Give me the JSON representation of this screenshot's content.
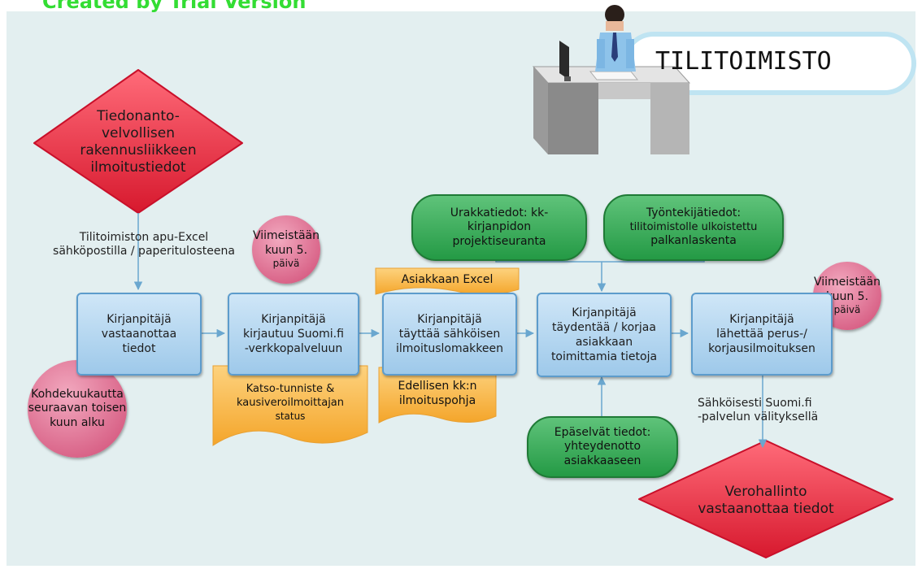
{
  "watermark": "Created by Trial Version",
  "header": {
    "title": "TILITOIMISTO"
  },
  "start": {
    "lines": [
      "Tiedonanto-",
      "velvollisen",
      "rakennusliikkeen",
      "ilmoitustiedot"
    ]
  },
  "edge_label_1": {
    "lines": [
      "Tilitoimiston apu-Excel",
      "sähköpostilla / paperitulosteena"
    ]
  },
  "steps": [
    {
      "lines": [
        "Kirjanpitäjä",
        "vastaanottaa",
        "tiedot"
      ]
    },
    {
      "lines": [
        "Kirjanpitäjä",
        "kirjautuu Suomi.fi",
        "-verkkopalveluun"
      ]
    },
    {
      "lines": [
        "Kirjanpitäjä",
        "täyttää sähköisen",
        "ilmoituslomakkeen"
      ]
    },
    {
      "lines": [
        "Kirjanpitäjä",
        "täydentää / korjaa",
        "asiakkaan",
        "toimittamia tietoja"
      ]
    },
    {
      "lines": [
        "Kirjanpitäjä",
        "lähettää perus-/",
        "korjausilmoituksen"
      ]
    }
  ],
  "deadline_1": {
    "lines": [
      "Viimeistään",
      "kuun 5.",
      "päivä"
    ]
  },
  "deadline_2": {
    "lines": [
      "Viimeistään",
      "kuun 5.",
      "päivä"
    ]
  },
  "period_note": {
    "lines": [
      "Kohdekuukautta",
      "seuraavan toisen",
      "kuun alku"
    ]
  },
  "docs": {
    "katso": {
      "lines": [
        "Katso-tunniste &",
        "kausiveroilmoittajan",
        "status"
      ]
    },
    "excel": {
      "lines": [
        "Asiakkaan Excel"
      ]
    },
    "previous": {
      "lines": [
        "Edellisen kk:n",
        "ilmoituspohja"
      ]
    }
  },
  "inputs": {
    "urakkatiedot": {
      "lines": [
        "Urakkatiedot: kk-",
        "kirjanpidon",
        "projektiseuranta"
      ]
    },
    "tyontekijatiedot": {
      "lines": [
        "Työntekijätiedot:",
        "tilitoimistolle ulkoistettu",
        "palkanlaskenta"
      ]
    },
    "epaselvat": {
      "lines": [
        "Epäselvät tiedot:",
        "yhteydenotto",
        "asiakkaaseen"
      ]
    }
  },
  "edge_label_2": {
    "lines": [
      "Sähköisesti Suomi.fi",
      "-palvelun välityksellä"
    ]
  },
  "end": {
    "lines": [
      "Verohallinto",
      "vastaanottaa tiedot"
    ]
  },
  "colors": {
    "background": "#e3eff0",
    "process_box": "#a9d1ef",
    "terminal_red": "#e23446",
    "input_green": "#2fa64f",
    "deadline_pink": "#d85a82",
    "document_orange": "#f5b03a",
    "connector": "#6aa7cf",
    "watermark_green": "#33dd33"
  }
}
